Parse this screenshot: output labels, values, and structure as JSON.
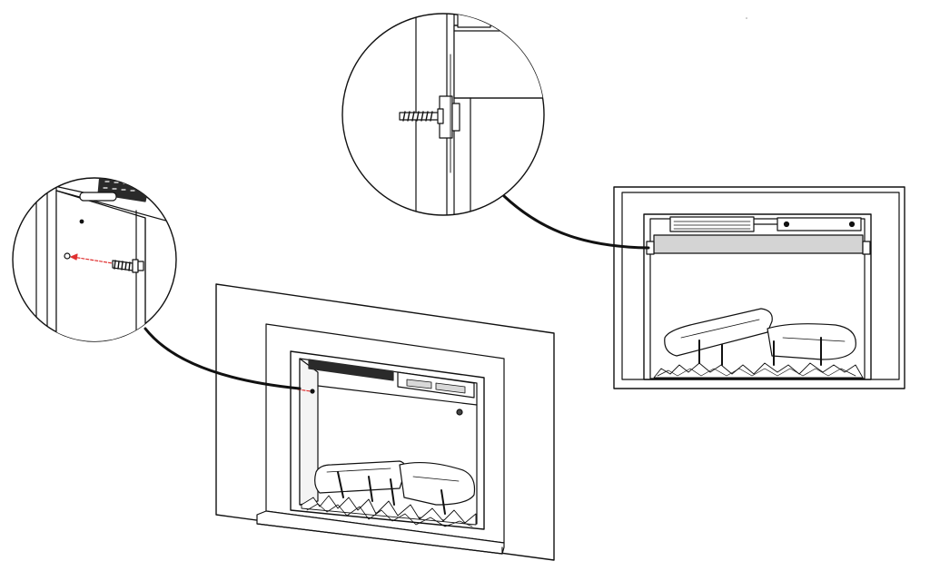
{
  "diagram": {
    "type": "installation-illustration",
    "views": [
      "angled-fireplace-insert-view",
      "front-fireplace-insert-view",
      "detail-callout-side-screw",
      "detail-callout-bracket-screw"
    ],
    "colors": {
      "line": "#111111",
      "fill": "#ffffff",
      "screw_guide": "#e03030",
      "vent_dark": "#2a2a2a",
      "panel_gray": "#cfcfcf"
    },
    "icons": [
      "screw-icon",
      "mounting-bracket-icon",
      "log-set-icon",
      "ember-bed-icon"
    ]
  }
}
